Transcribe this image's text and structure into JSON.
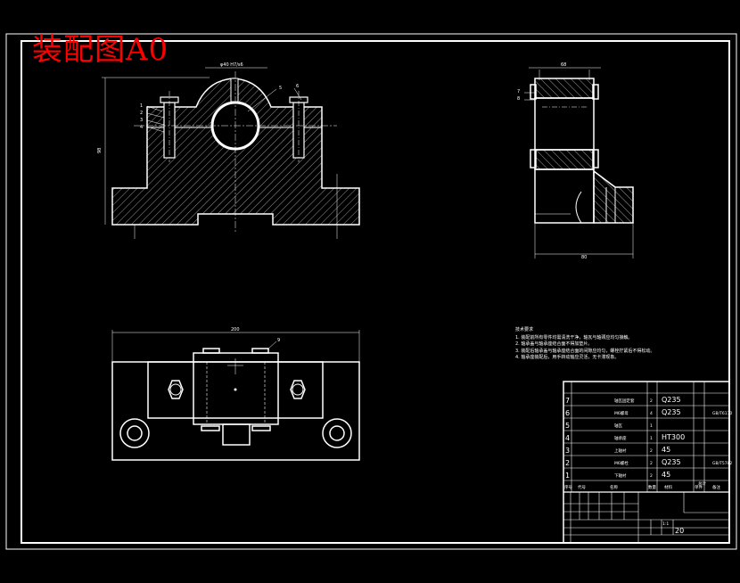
{
  "title": {
    "text": "装配图A0",
    "color": "#ff0000"
  },
  "colors": {
    "background": "#000000",
    "line": "#ffffff",
    "title": "#ff0000"
  },
  "dimensions": {
    "front_fit": "φ40 H7/s6",
    "front_height": "98",
    "side_top_width": "68",
    "side_bottom_width": "80",
    "plan_width": "200"
  },
  "balloons": {
    "front_left": [
      "1",
      "2",
      "3",
      "4"
    ],
    "front_right": [
      "5",
      "6"
    ],
    "side": [
      "7",
      "8"
    ],
    "plan": [
      "9"
    ]
  },
  "notes": {
    "heading": "技术要求",
    "lines": [
      "1. 装配前所有零件均需清洗干净，轴瓦与轴颈应均匀接触。",
      "2. 轴承盖与轴承座结合面不得加垫片。",
      "3. 装配后轴承盖与轴承座结合面的间隙应均匀，螺栓拧紧后不得松动。",
      "4. 轴承座装配后，用手转动轴应灵活，无卡滞现象。"
    ]
  },
  "bom": {
    "rows": [
      {
        "no": "",
        "name": "",
        "qty": "",
        "material": "",
        "remark": ""
      },
      {
        "no": "7",
        "name": "轴瓦固定套",
        "qty": "2",
        "material": "Q235",
        "remark": ""
      },
      {
        "no": "6",
        "name": "M6螺母",
        "qty": "4",
        "material": "Q235",
        "remark": "GB/T6170"
      },
      {
        "no": "5",
        "name": "轴瓦",
        "qty": "1",
        "material": "",
        "remark": ""
      },
      {
        "no": "4",
        "name": "轴承座",
        "qty": "1",
        "material": "HT300",
        "remark": ""
      },
      {
        "no": "3",
        "name": "上轴衬",
        "qty": "2",
        "material": "45",
        "remark": ""
      },
      {
        "no": "2",
        "name": "M6螺栓",
        "qty": "2",
        "material": "Q235",
        "remark": "GB/T5782"
      },
      {
        "no": "1",
        "name": "下轴衬",
        "qty": "2",
        "material": "45",
        "remark": ""
      }
    ],
    "header": [
      "序号",
      "代号",
      "名称",
      "数量",
      "材料",
      "单件",
      "总计",
      "备注"
    ],
    "scale": "1:1",
    "sheet": "20"
  }
}
